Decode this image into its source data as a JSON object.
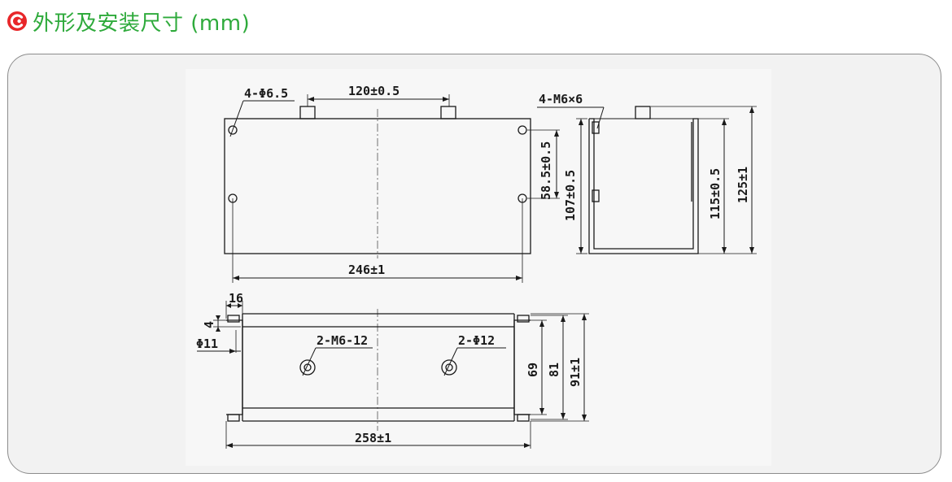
{
  "header": {
    "title": "外形及安装尺寸 (mm)",
    "icon": "brand-c-icon",
    "accent_color": "#2eaa3b",
    "icon_color": "#e8272a"
  },
  "drawing": {
    "front_view": {
      "hole_spec": "4-Φ6.5",
      "terminal_spacing": "120±0.5",
      "hole_pitch_vertical": "58.5±0.5",
      "overall_width": "246±1"
    },
    "side_view": {
      "thread_spec": "4-M6×6",
      "height_inner": "107±0.5",
      "height_body": "115±0.5",
      "height_total": "125±1"
    },
    "bottom_view": {
      "flange_width": "16",
      "flange_thickness": "4",
      "hole_diameter": "Φ11",
      "thread_spec": "2-M6-12",
      "hole_spec": "2-Φ12",
      "depth_inner": "69",
      "depth_mid": "81",
      "depth_total": "91±1",
      "overall_length": "258±1"
    }
  }
}
